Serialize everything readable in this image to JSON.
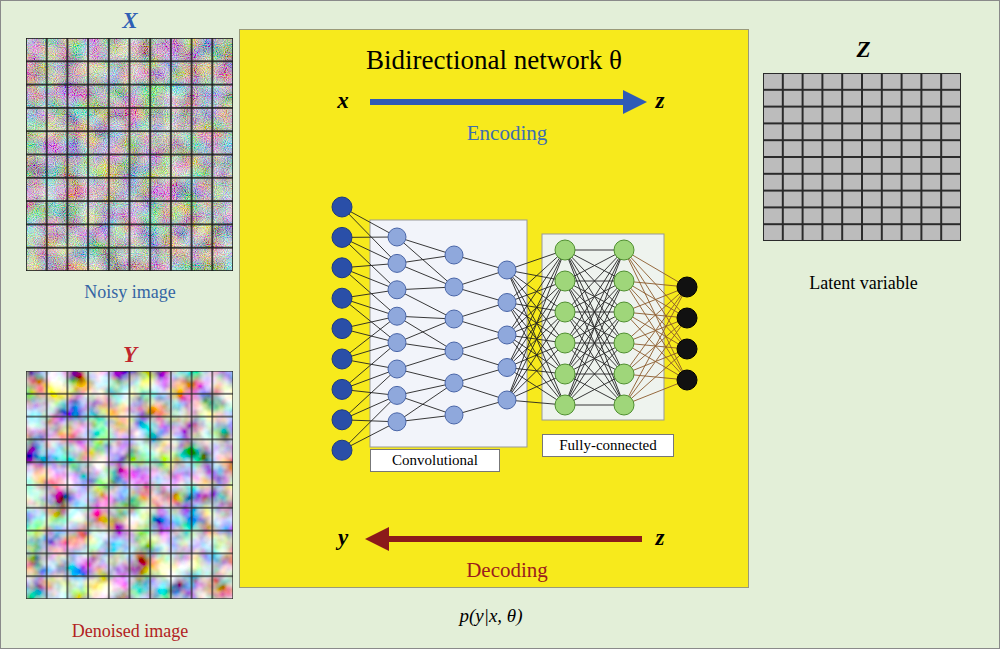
{
  "diagram": {
    "nodes": [
      {
        "text": [
          "X",
          "Noisy image"
        ]
      },
      {
        "text": [
          "Y",
          "Denoised image"
        ]
      },
      {
        "text": [
          "Bidirectional network θ"
        ]
      },
      {
        "text": [
          "Convolutional"
        ],
        "in": 2
      },
      {
        "text": [
          "Fully-connected"
        ],
        "in": 2
      },
      {
        "text": [
          "Z",
          "Latent variable"
        ]
      }
    ],
    "labels": [
      "x",
      "z",
      "Encoding",
      "y",
      "z",
      "Decoding",
      "p(y|x, θ)"
    ]
  }
}
